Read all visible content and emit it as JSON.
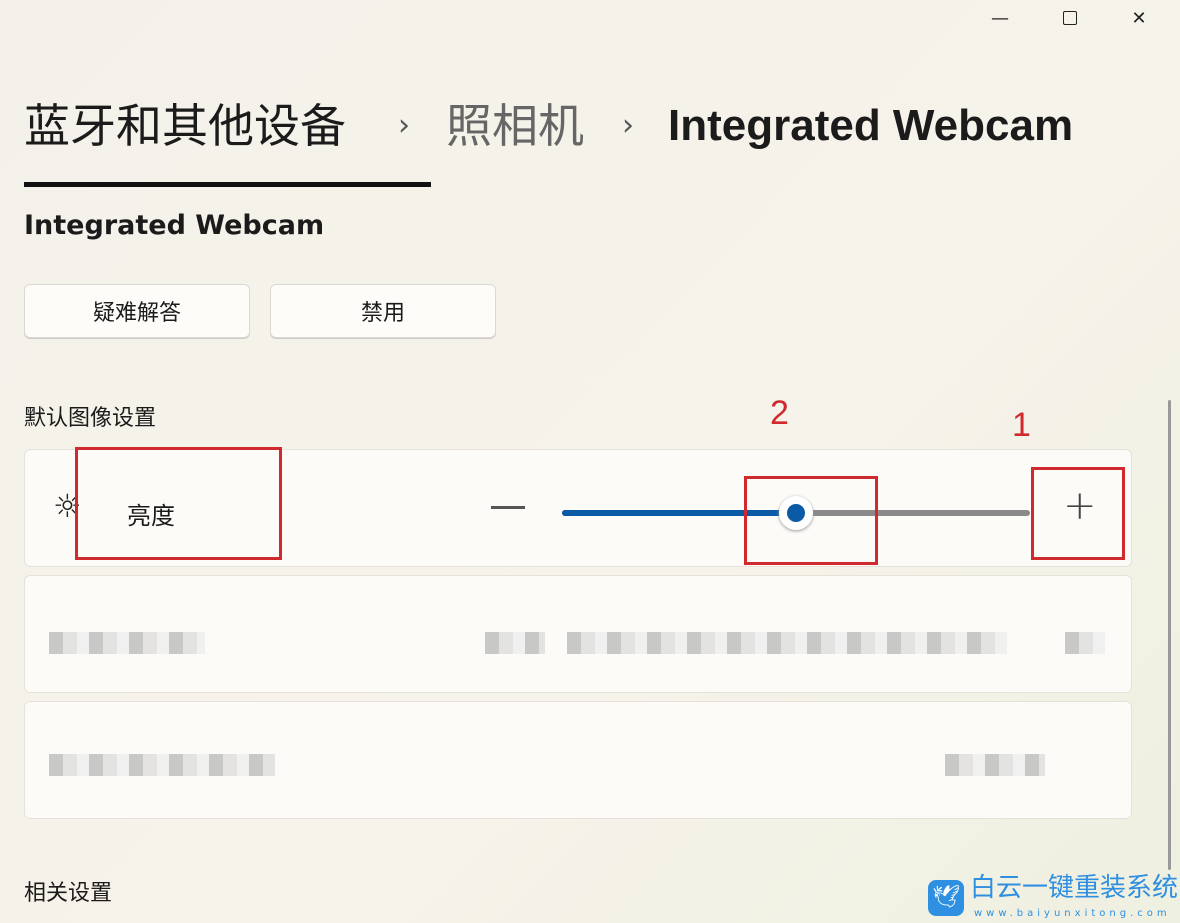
{
  "window": {
    "minimize_icon": "minimize-icon",
    "maximize_icon": "maximize-icon",
    "close_icon": "close-icon"
  },
  "breadcrumb": [
    "蓝牙和其他设备",
    "照相机",
    "Integrated Webcam"
  ],
  "device_name": "Integrated Webcam",
  "buttons": {
    "troubleshoot": "疑难解答",
    "disable": "禁用"
  },
  "section_default": "默认图像设置",
  "brightness": {
    "label": "亮度",
    "icon": "sun-icon",
    "value_percent": 50,
    "accent": "#0a5aa6"
  },
  "annotations": [
    "2",
    "1"
  ],
  "section_related": "相关设置",
  "watermark": {
    "title": "白云一键重装系统",
    "url": "www.baiyunxitong.com"
  }
}
